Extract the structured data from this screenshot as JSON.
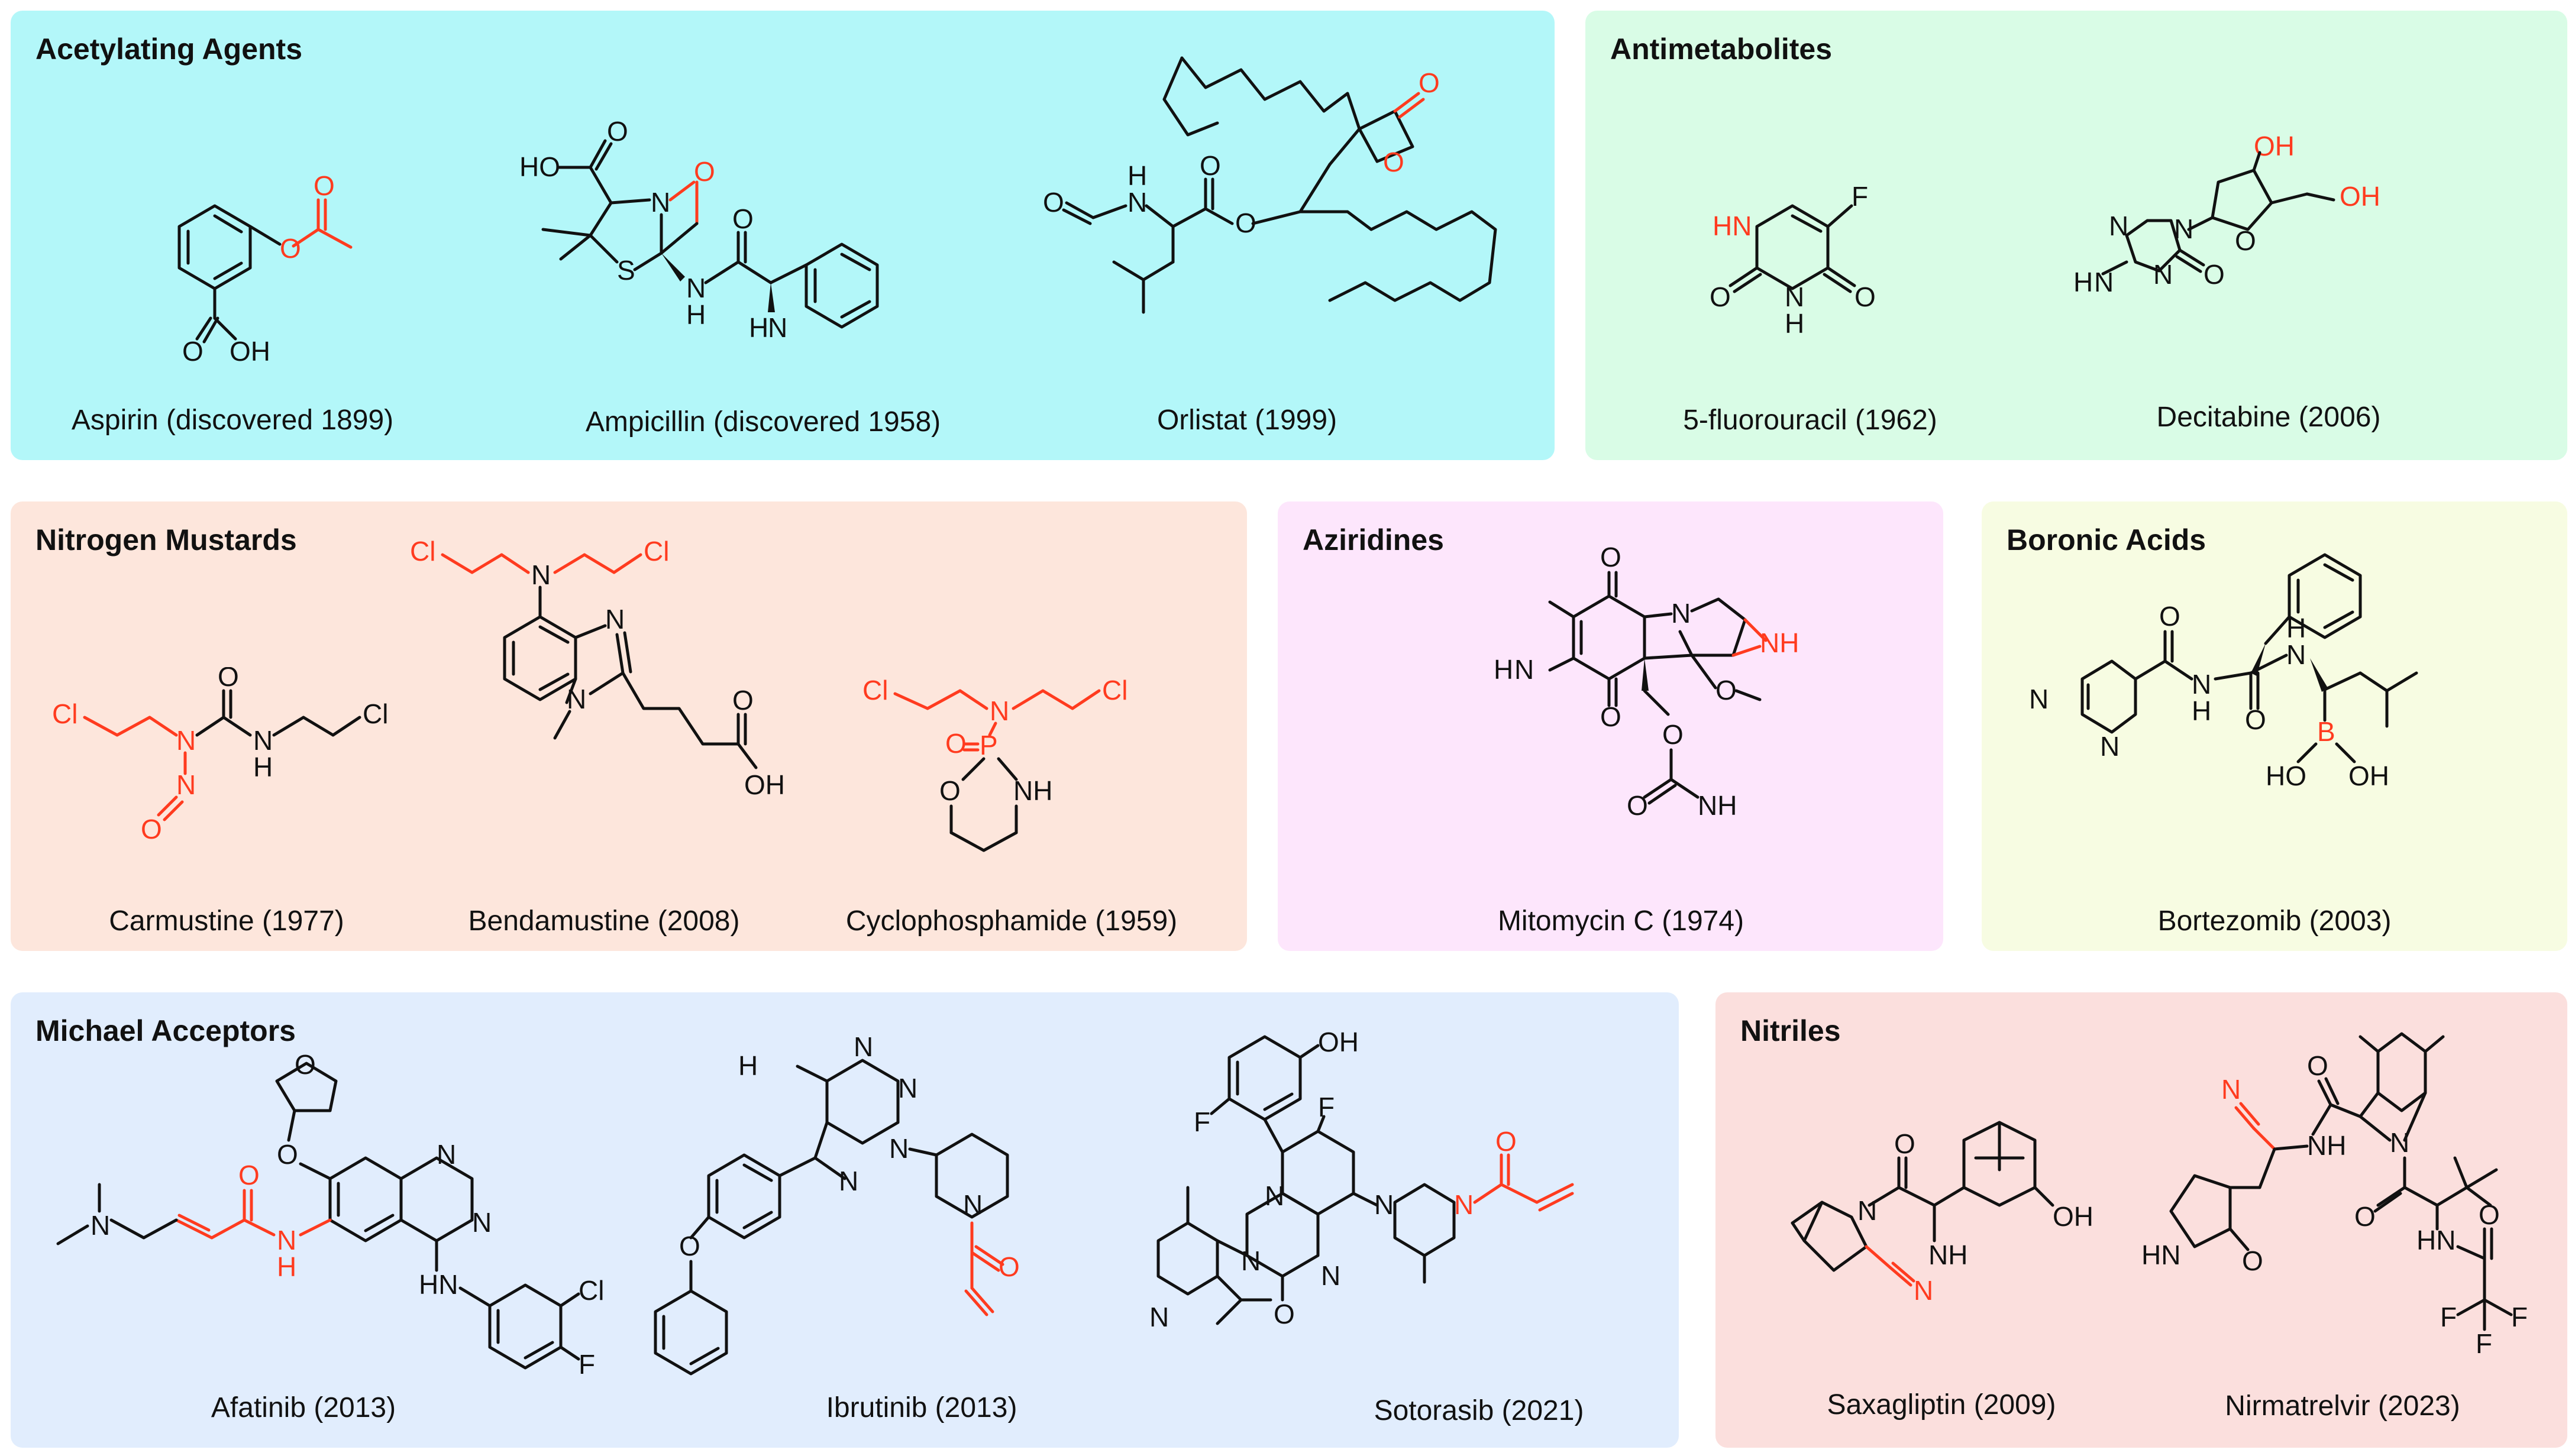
{
  "colors": {
    "acetylating": "#b3f7f9",
    "antimetabolites": "#d9fce6",
    "nitrogen_mustards": "#fde6dc",
    "aziridines": "#fde6fc",
    "boronic_acids": "#f7fce2",
    "michael_acceptors": "#e1edfd",
    "nitriles": "#fbdfdd",
    "warhead": "#ff3b1f",
    "bond": "#111111"
  },
  "panels": {
    "acetylating": {
      "title": "Acetylating Agents",
      "compounds": [
        "Aspirin (discovered 1899)",
        "Ampicillin (discovered 1958)",
        "Orlistat (1999)"
      ]
    },
    "antimetabolites": {
      "title": "Antimetabolites",
      "compounds": [
        "5-fluorouracil (1962)",
        "Decitabine (2006)"
      ]
    },
    "nitrogen_mustards": {
      "title": "Nitrogen Mustards",
      "compounds": [
        "Carmustine (1977)",
        "Bendamustine (2008)",
        "Cyclophosphamide (1959)"
      ]
    },
    "aziridines": {
      "title": "Aziridines",
      "compounds": [
        "Mitomycin C (1974)"
      ]
    },
    "boronic_acids": {
      "title": "Boronic Acids",
      "compounds": [
        "Bortezomib (2003)"
      ]
    },
    "michael_acceptors": {
      "title": "Michael Acceptors",
      "compounds": [
        "Afatinib (2013)",
        "Ibrutinib (2013)",
        "Sotorasib (2021)"
      ]
    },
    "nitriles": {
      "title": "Nitriles",
      "compounds": [
        "Saxagliptin (2009)",
        "Nirmatrelvir (2023)"
      ]
    }
  },
  "atom_labels": {
    "aspirin": {
      "o1": "O",
      "o2": "O",
      "o3": "O",
      "oh": "OH"
    },
    "ampicillin": {
      "ho": "HO",
      "o1": "O",
      "n": "N",
      "o2": "O",
      "s": "S",
      "o3": "O",
      "nh": "N",
      "h": "H",
      "nh2": "H",
      "n2": "N"
    },
    "orlistat": {
      "o1": "O",
      "o2": "O",
      "o3": "O",
      "nh": "N",
      "h": "H",
      "o4": "O",
      "o5": "O"
    },
    "fluorouracil": {
      "f": "F",
      "hn": "HN",
      "o1": "O",
      "nh": "N",
      "h": "H",
      "o2": "O"
    },
    "decitabine": {
      "oh1": "OH",
      "oh2": "OH",
      "n1": "N",
      "n2": "N",
      "o": "O",
      "h2n": "H",
      "n3": "N",
      "n4": "N",
      "o2": "O"
    },
    "carmustine": {
      "cl1": "Cl",
      "cl2": "Cl",
      "n1": "N",
      "n2": "N",
      "o1": "O",
      "o2": "O",
      "nh": "N",
      "h": "H"
    },
    "bendamustine": {
      "cl1": "Cl",
      "cl2": "Cl",
      "n": "N",
      "n1": "N",
      "n2": "N",
      "o": "O",
      "oh": "OH"
    },
    "cyclophosphamide": {
      "cl1": "Cl",
      "cl2": "Cl",
      "n": "N",
      "p": "P",
      "o1": "O",
      "o2": "O",
      "nh": "NH"
    },
    "mitomycin": {
      "o1": "O",
      "h2n": "H",
      "n": "N",
      "nh": "NH",
      "o2": "O",
      "ome": "O",
      "o3": "O",
      "o4": "O",
      "nh2": "NH"
    },
    "bortezomib": {
      "n1": "N",
      "n2": "N",
      "o1": "O",
      "nh1": "N",
      "h1": "H",
      "o2": "O",
      "nh2": "N",
      "h2": "H",
      "b": "B",
      "ho": "HO",
      "oh": "OH"
    },
    "afatinib": {
      "n1": "N",
      "o1": "O",
      "o2": "O",
      "n2": "N",
      "n3": "N",
      "o3": "O",
      "nh": "N",
      "h": "H",
      "hn": "HN",
      "cl": "Cl",
      "f": "F"
    },
    "ibrutinib": {
      "n1": "N",
      "n2": "N",
      "h2n": "H",
      "n3": "N",
      "n4": "N",
      "n5": "N",
      "o1": "O",
      "o2": "O"
    },
    "sotorasib": {
      "oh": "OH",
      "f1": "F",
      "f2": "F",
      "n1": "N",
      "n2": "N",
      "n3": "N",
      "n4": "N",
      "n5": "N",
      "n6": "N",
      "o1": "O",
      "o2": "O"
    },
    "saxagliptin": {
      "o": "O",
      "n": "N",
      "oh": "OH",
      "nh2": "NH",
      "n2": "N"
    },
    "nirmatrelvir": {
      "n1": "N",
      "o1": "O",
      "nh1": "NH",
      "n2": "N",
      "o2": "O",
      "hn1": "HN",
      "o3": "O",
      "hn2": "HN",
      "o4": "O",
      "f1": "F",
      "f2": "F",
      "f3": "F"
    }
  }
}
